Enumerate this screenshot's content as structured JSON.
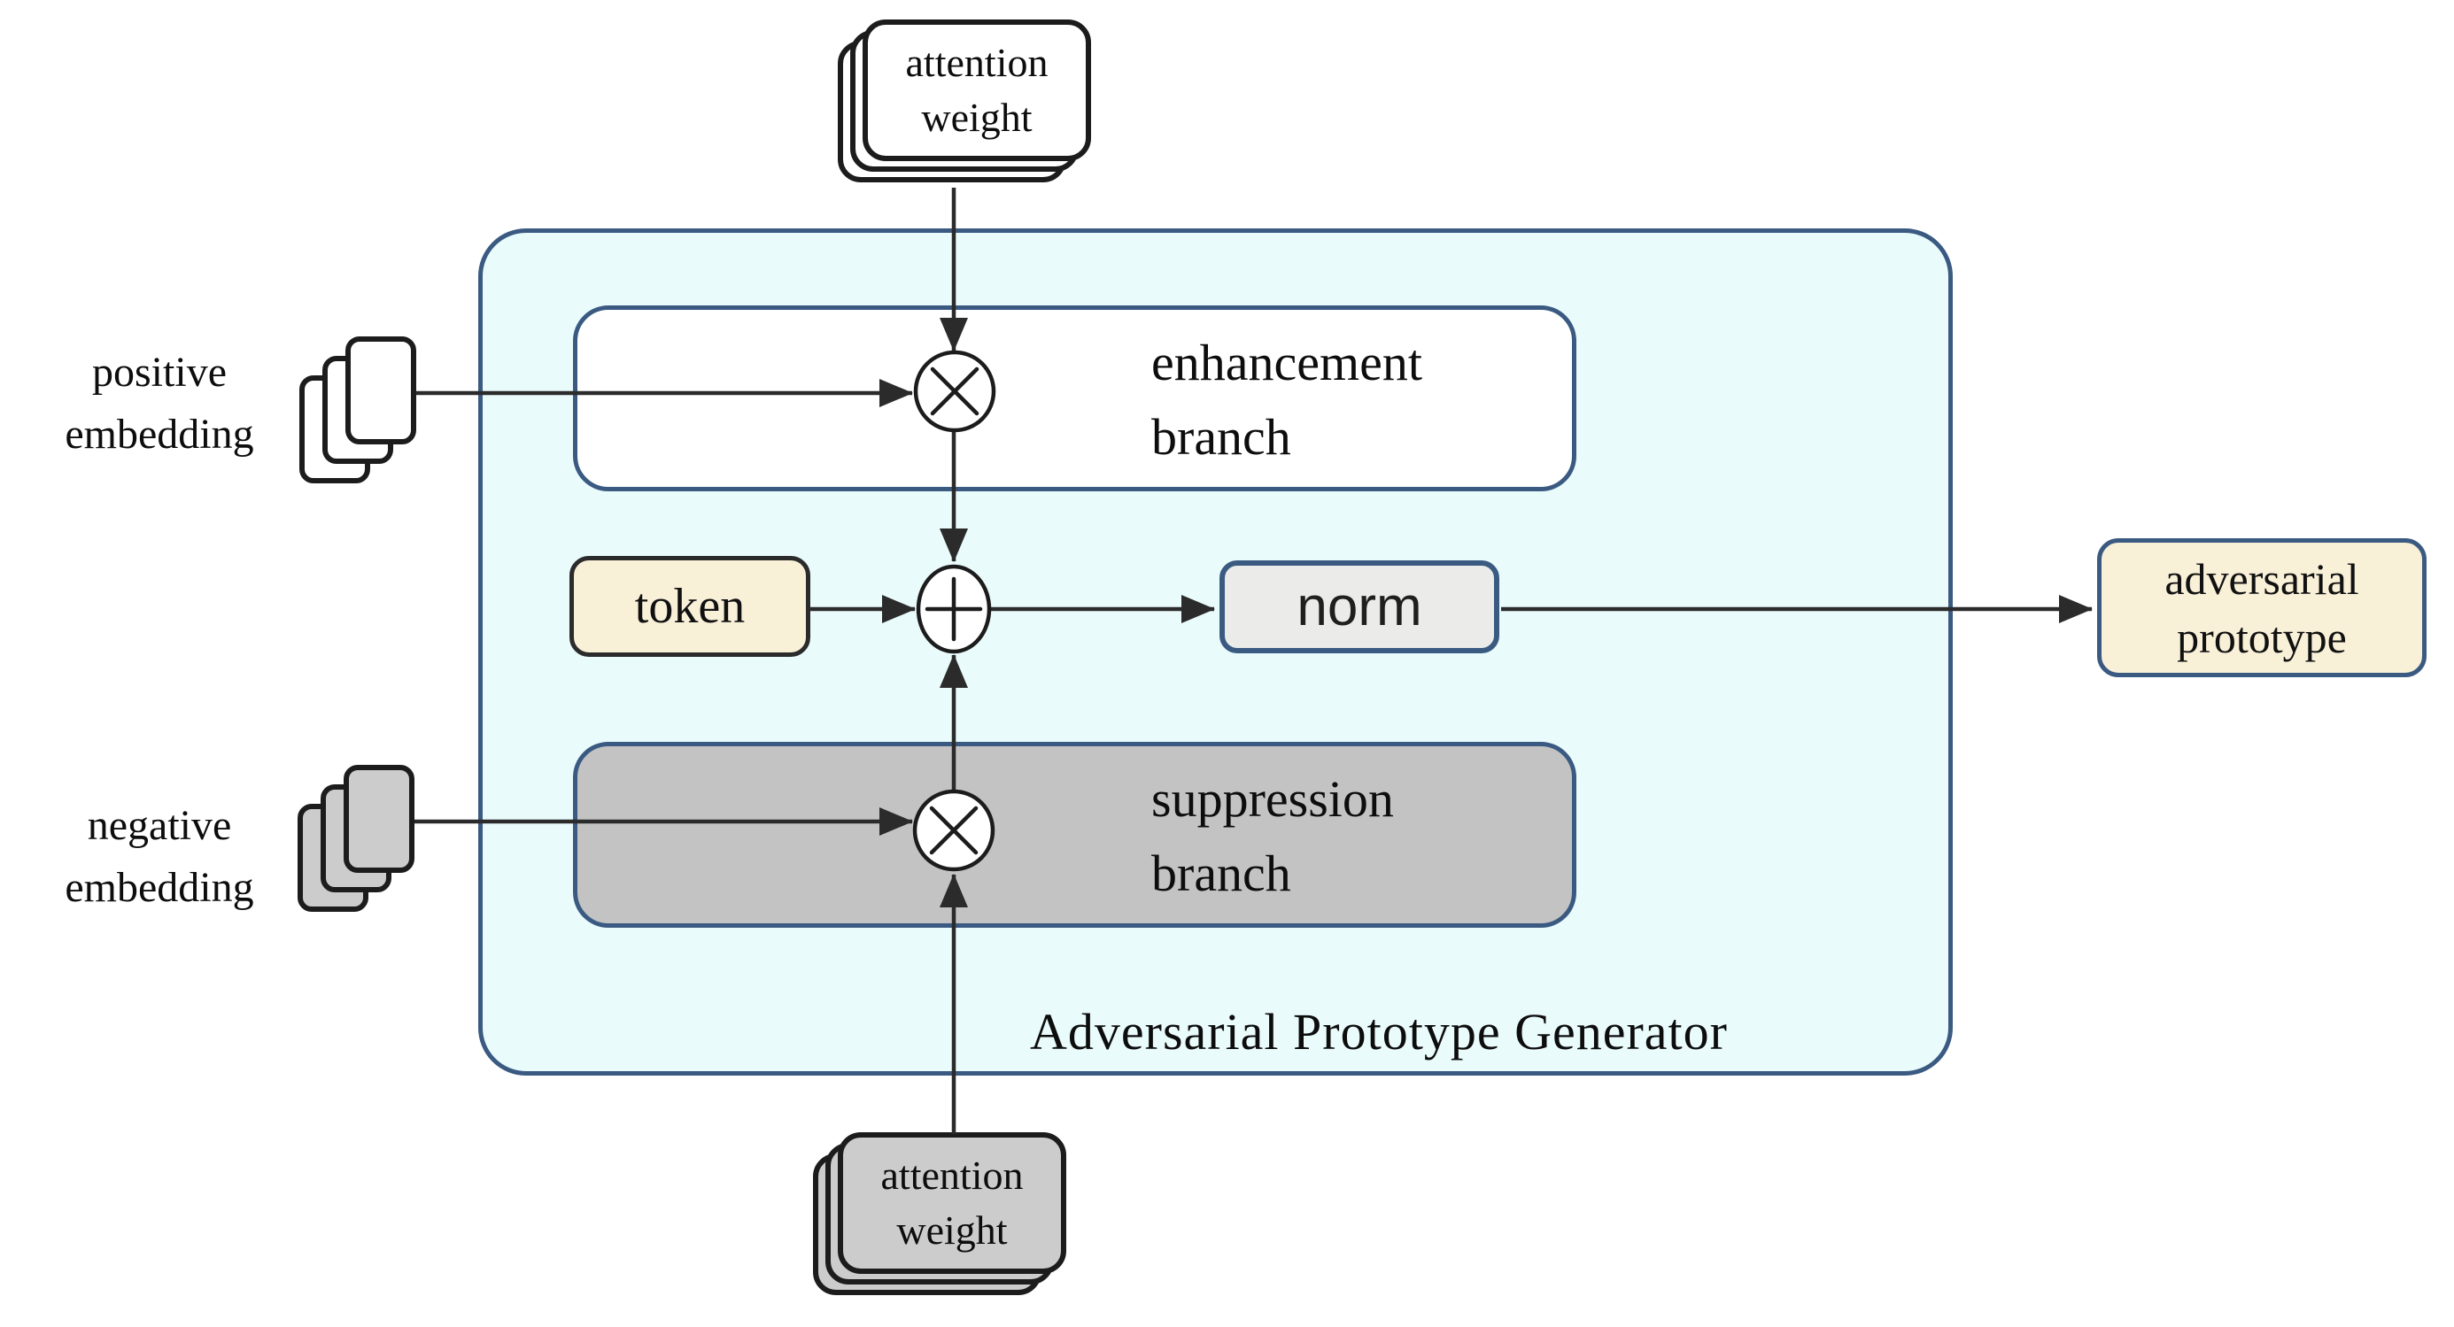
{
  "diagram": {
    "container_label": "Adversarial Prototype Generator",
    "labels": {
      "attention_weight_top": {
        "line1": "attention",
        "line2": "weight"
      },
      "positive_embedding": {
        "line1": "positive",
        "line2": "embedding"
      },
      "negative_embedding": {
        "line1": "negative",
        "line2": "embedding"
      },
      "enhancement_branch": {
        "line1": "enhancement",
        "line2": "branch"
      },
      "suppression_branch": {
        "line1": "suppression",
        "line2": "branch"
      },
      "token": "token",
      "norm": "norm",
      "adversarial_prototype": {
        "line1": "adversarial",
        "line2": "prototype"
      },
      "attention_weight_bottom": {
        "line1": "attention",
        "line2": "weight"
      }
    },
    "icons": {
      "multiply_operator": "×",
      "add_operator": "+"
    },
    "colors": {
      "line": "#2b2b2b",
      "navy": "#3a5a82",
      "cyan": "#eafbfc",
      "cream": "#f9f0d8",
      "graybox": "#c3c3c3",
      "normfill": "#ebebe9",
      "cardgray": "#cccccc",
      "cardline": "#1c1c1c"
    }
  }
}
